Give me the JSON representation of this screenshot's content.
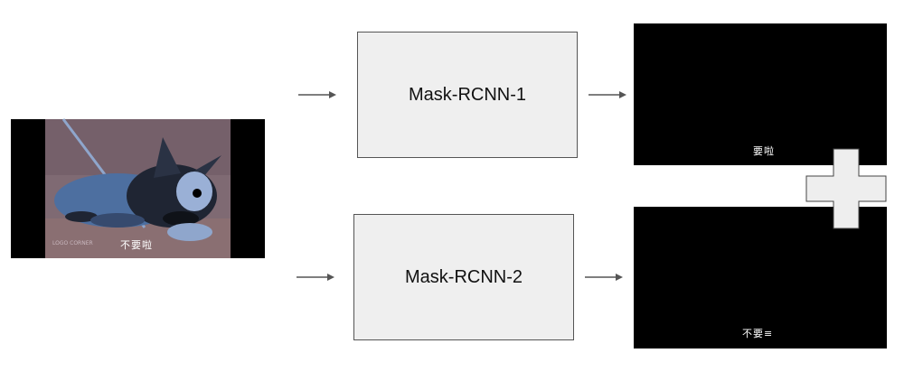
{
  "input_frame": {
    "subtitle": "不要啦",
    "watermark": "LOGO CORNER"
  },
  "models": [
    {
      "label": "Mask-RCNN-1",
      "output_subtitle": "要啦"
    },
    {
      "label": "Mask-RCNN-2",
      "output_subtitle": "不要≡"
    }
  ],
  "combine_symbol": "plus-icon",
  "colors": {
    "box_fill": "#efefef",
    "box_border": "#555555",
    "arrow": "#555555",
    "output_bg": "#000000",
    "plus_fill": "#eeeeee"
  }
}
